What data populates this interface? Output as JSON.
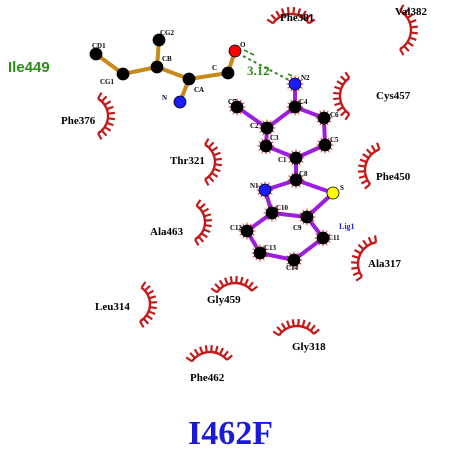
{
  "colors": {
    "hydrophobic_arc": "#c41a1a",
    "ligand_bond": "#9b1fe0",
    "residue_bond": "#c88a1a",
    "carbon": "#000000",
    "nitrogen": "#1a1aff",
    "oxygen": "#ff0000",
    "sulfur": "#ffff00",
    "hbond": "#2e8b1e",
    "title": "#1a1ad8",
    "hbond_residue": "#2e8b1e",
    "ligand_label": "#1a1ad8"
  },
  "title": "I462F",
  "hbond": {
    "distance": "3.12",
    "residue": "Ile449"
  },
  "ligand_name": "Lig1",
  "residues": [
    "Phe381",
    "Val382",
    "Cys457",
    "Phe376",
    "Thr321",
    "Phe450",
    "Ala463",
    "Ala317",
    "Leu314",
    "Gly459",
    "Gly318",
    "Phe462"
  ],
  "residue_atoms": [
    "CD1",
    "CG2",
    "CB",
    "CG1",
    "N",
    "CA",
    "C",
    "O"
  ],
  "ligand_atoms": [
    "N2",
    "C7",
    "C4",
    "C6",
    "C2",
    "C3",
    "C5",
    "C1",
    "C8",
    "N1",
    "S",
    "C10",
    "C9",
    "C12",
    "C11",
    "C13",
    "C14"
  ],
  "icons": {
    "hydrophobic": "hydrophobic-contact-arc-icon",
    "hbond": "hydrogen-bond-dashed-line-icon"
  }
}
